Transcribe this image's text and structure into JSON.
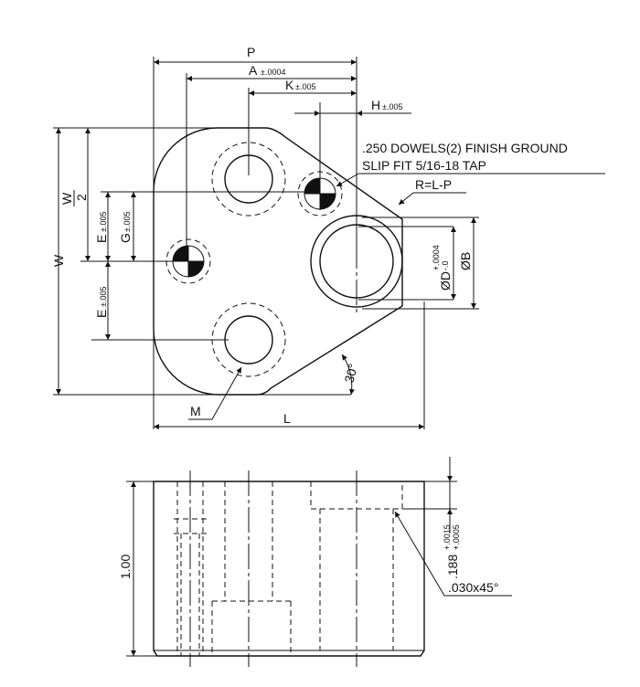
{
  "top_view": {
    "dim_P": "P",
    "dim_A": "A",
    "tol_A": "±.0004",
    "dim_K": "K",
    "tol_K": "±.005",
    "dim_H": "H",
    "tol_H": "±.005",
    "note_line1": ".250 DOWELS(2) FINISH GROUND",
    "note_line2": "SLIP FIT  5/16-18 TAP",
    "radius_note": "R=L-P",
    "dim_W": "W",
    "half_W_num": "W",
    "half_W_den": "2",
    "dim_E_upper": "E",
    "tol_E_upper": "±.005",
    "dim_G": "G",
    "tol_G": "±.005",
    "dim_E_lower": "E",
    "tol_E_lower": "±.005",
    "dim_D": "ØD",
    "tol_D_upper": "+.0004",
    "tol_D_lower": "-.0",
    "dim_B": "ØB",
    "angle": "30°",
    "dim_M": "M",
    "dim_L": "L"
  },
  "side_view": {
    "height": "1.00",
    "depth": ".188",
    "depth_tol_upper": "+.0015",
    "depth_tol_lower": "+.0005",
    "chamfer": ".030x45°"
  }
}
